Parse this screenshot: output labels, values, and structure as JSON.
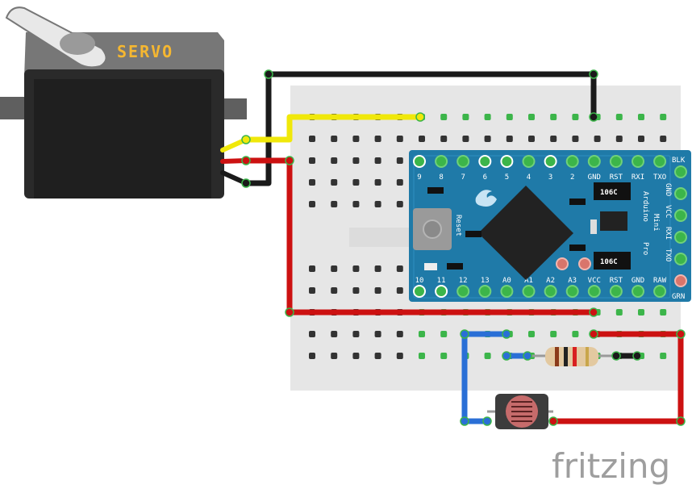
{
  "servo": {
    "label": "SERVO"
  },
  "arduino": {
    "board_name_lines": [
      "Arduino",
      "Pro",
      "Mini"
    ],
    "reset_label": "Reset",
    "top_pins": [
      "9",
      "8",
      "7",
      "6",
      "5",
      "4",
      "3",
      "2",
      "GND",
      "RST",
      "RXI",
      "TXO"
    ],
    "bottom_pins": [
      "10",
      "11",
      "12",
      "13",
      "A0",
      "A1",
      "A2",
      "A3",
      "VCC",
      "RST",
      "GND",
      "RAW"
    ],
    "side_pins": [
      "GND",
      "VCC",
      "RXI",
      "TXO"
    ],
    "side_top_label": "BLK",
    "side_bottom_label": "GRN",
    "chip_labels": [
      "106C",
      "106C"
    ]
  },
  "brand": {
    "logo_text": "fritzing"
  },
  "colors": {
    "breadboard": "#e6e6e6",
    "arduino_pcb": "#1f7aa8",
    "wire_yellow": "#f0e80a",
    "wire_red": "#cc1111",
    "wire_black": "#1a1a1a",
    "wire_blue": "#2a6fd6",
    "hole_green": "#3cb54a"
  }
}
